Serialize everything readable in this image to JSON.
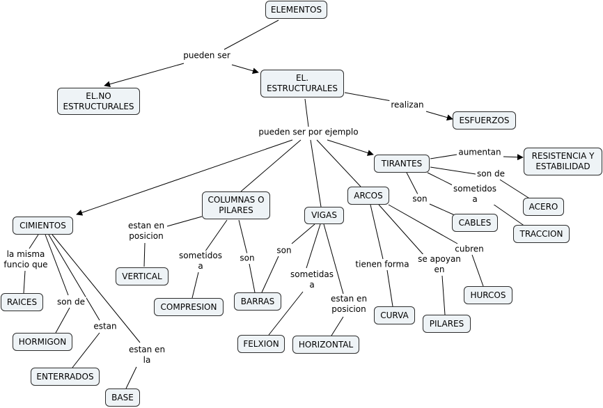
{
  "colors": {
    "node_fill": "#eef3f6",
    "node_border": "#2b2b2b",
    "line": "#000000",
    "background": "#ffffff"
  },
  "concepts": {
    "elementos": "ELEMENTOS",
    "el_no_estructurales": "EL.NO\nESTRUCTURALES",
    "el_estructurales": "EL.\nESTRUCTURALES",
    "esfuerzos": "ESFUERZOS",
    "tirantes": "TIRANTES",
    "resistencia": "RESISTENCIA Y\nESTABILIDAD",
    "acero": "ACERO",
    "cables": "CABLES",
    "traccion": "TRACCION",
    "arcos": "ARCOS",
    "hurcos": "HURCOS",
    "pilares": "PILARES",
    "curva": "CURVA",
    "vigas": "VIGAS",
    "barras": "BARRAS",
    "felxion": "FELXION",
    "horizontal": "HORIZONTAL",
    "columnas": "COLUMNAS O\nPILARES",
    "vertical": "VERTICAL",
    "compresion": "COMPRESION",
    "cimientos": "CIMIENTOS",
    "raices": "RAICES",
    "hormigon": "HORMIGON",
    "enterrados": "ENTERRADOS",
    "base": "BASE"
  },
  "linking_phrases": {
    "pueden_ser": "pueden ser",
    "realizan": "realizan",
    "pueden_ser_por_ejemplo": "pueden ser por ejemplo",
    "aumentan": "aumentan",
    "son_de_tirantes": "son de",
    "sometidos_tirantes": "sometidos\na",
    "son_tirantes": "son",
    "cubren": "cubren",
    "se_apoyan_en": "se apoyan\nen",
    "tienen_forma": "tienen forma",
    "son_vigas": "son",
    "sometidas_a": "sometidas\na",
    "estan_en_posicion_vigas": "estan en\nposicion",
    "estan_en_posicion_columnas": "estan en\nposicion",
    "sometidos_columnas": "sometidos\na",
    "son_columnas": "son",
    "la_misma_funcio": "la misma\nfuncio que",
    "son_de_cimientos": "son de",
    "estan": "estan",
    "estan_en_la": "estan en\nla"
  }
}
